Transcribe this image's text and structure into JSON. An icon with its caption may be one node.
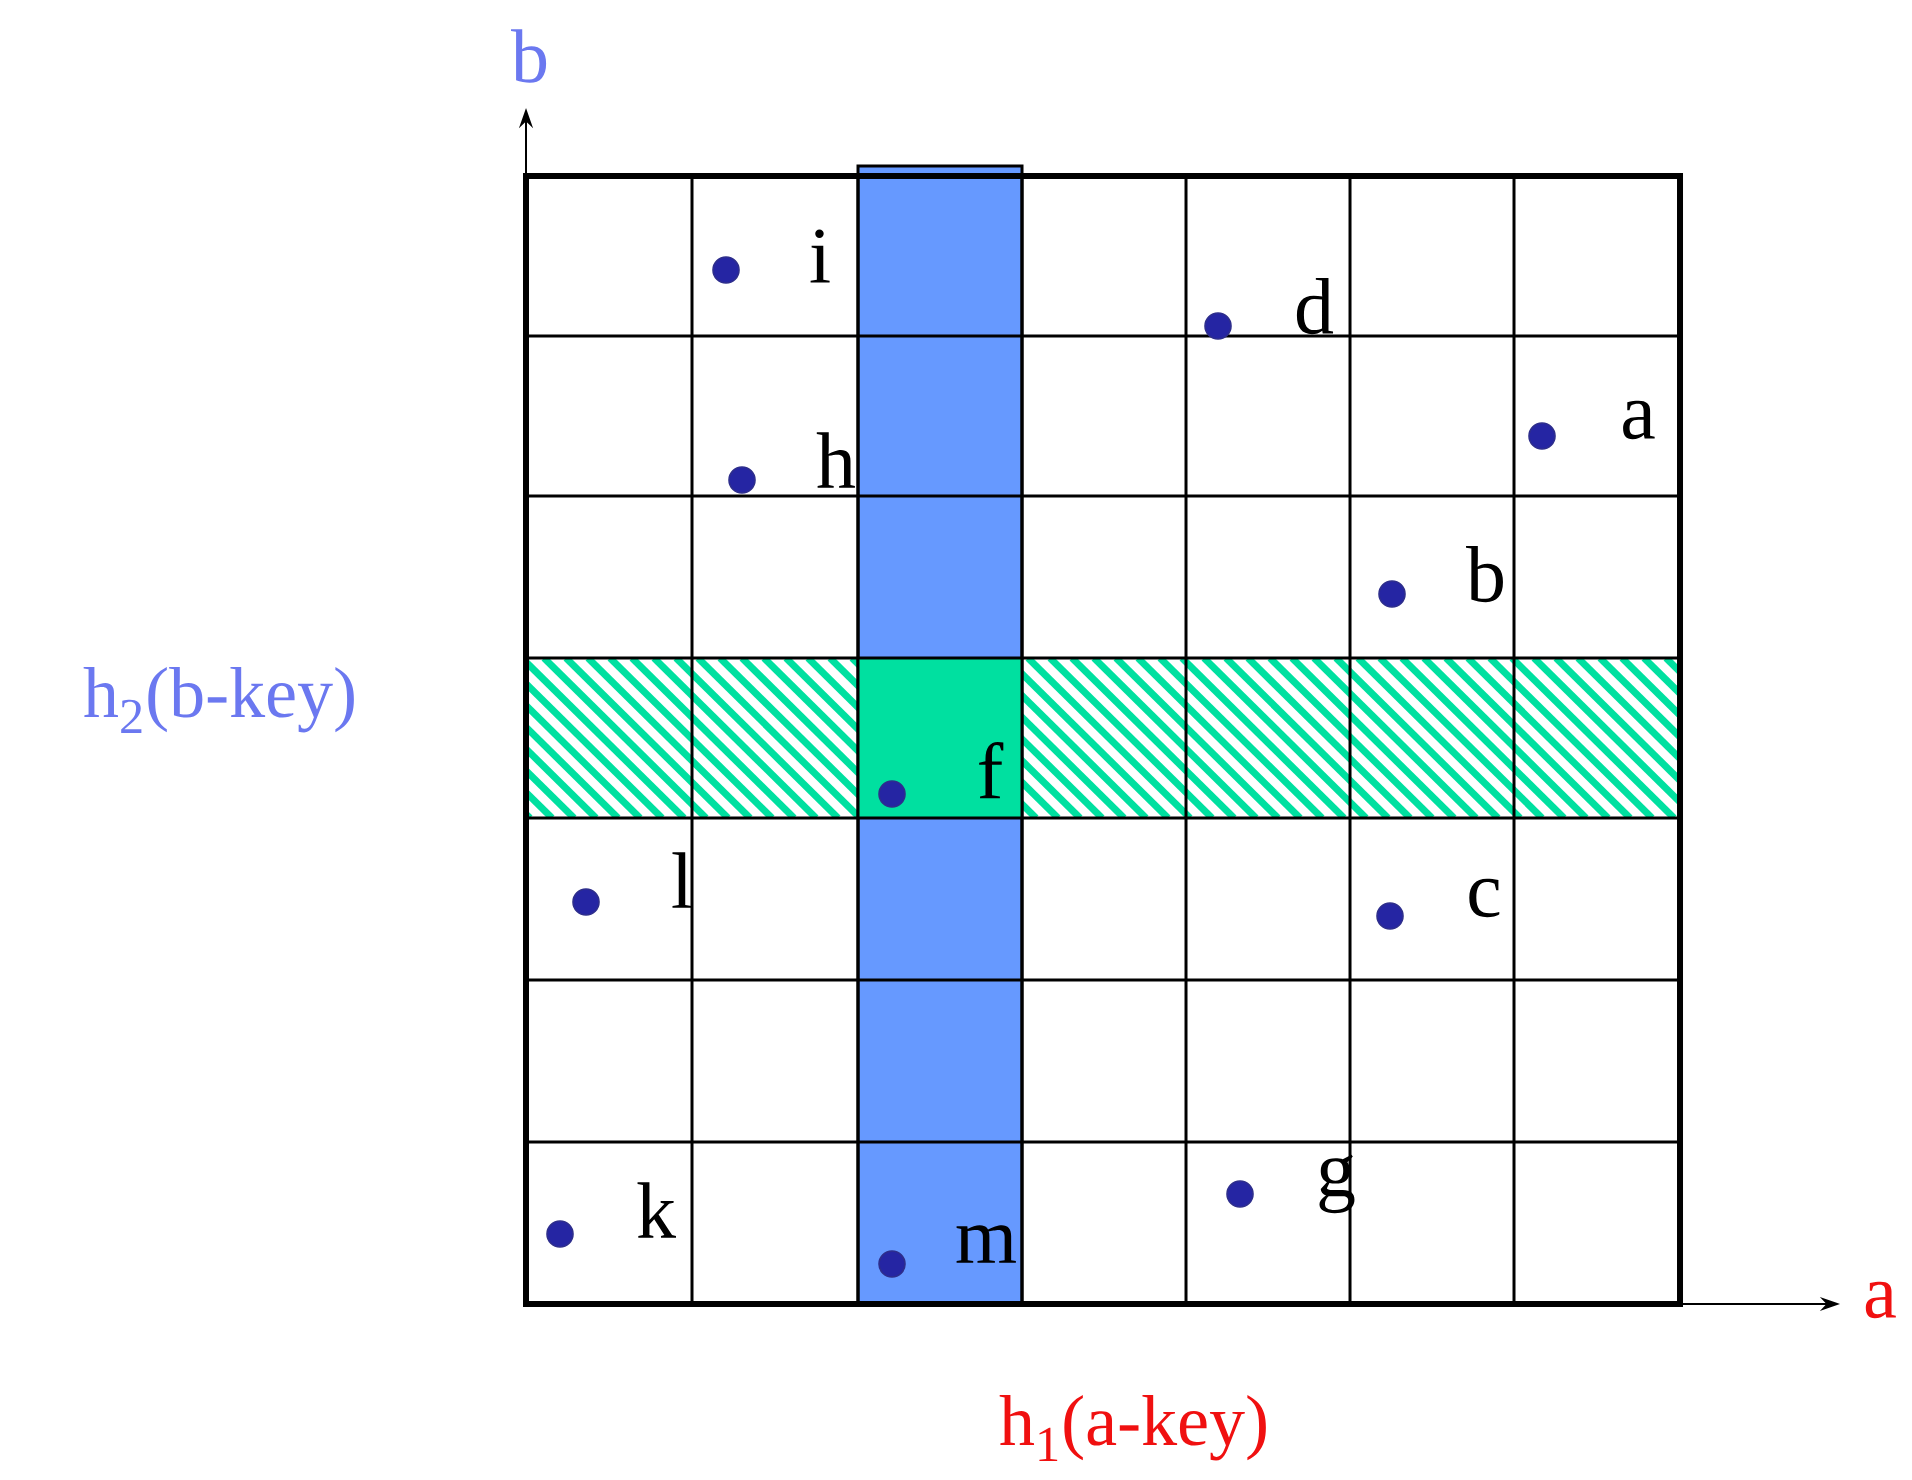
{
  "diagram": {
    "labels": [
      "b",
      "i",
      "d",
      "a",
      "h",
      "b",
      "h$_{2}$(b-key)",
      "f",
      "l",
      "c",
      "g",
      "k",
      "m",
      "a",
      "h$_{1}$(a-key)"
    ]
  }
}
